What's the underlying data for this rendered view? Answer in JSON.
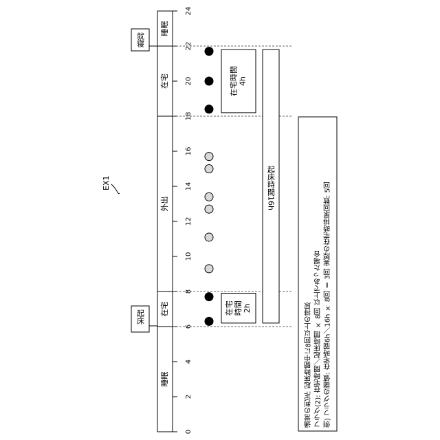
{
  "figure_label": "EX1",
  "axis": {
    "ticks": [
      "0",
      "2",
      "4",
      "6",
      "8",
      "10",
      "12",
      "14",
      "16",
      "18",
      "20",
      "22",
      "24"
    ]
  },
  "segments": [
    {
      "label": "睡眠",
      "from": 0,
      "to": 6
    },
    {
      "label": "在宅",
      "from": 6,
      "to": 8
    },
    {
      "label": "外出",
      "from": 8,
      "to": 18
    },
    {
      "label": "在宅",
      "from": 18,
      "to": 22
    },
    {
      "label": "睡眠",
      "from": 22,
      "to": 24
    }
  ],
  "callouts": {
    "wake": "起床",
    "bed": "就寝"
  },
  "home_boxes": [
    {
      "lines": [
        "在宅",
        "時間",
        "2h"
      ],
      "from": 6.2,
      "to": 7.9
    },
    {
      "lines": [
        "在宅時間",
        "4h"
      ],
      "from": 18.2,
      "to": 21.8
    }
  ],
  "wake_time_box": {
    "label": "起床時間16h",
    "from": 6.2,
    "to": 21.8
  },
  "events": [
    {
      "time": 6.3,
      "type": "home"
    },
    {
      "time": 7.7,
      "type": "home"
    },
    {
      "time": 9.3,
      "type": "outing"
    },
    {
      "time": 11.1,
      "type": "outing"
    },
    {
      "time": 12.7,
      "type": "outing"
    },
    {
      "time": 13.4,
      "type": "outing"
    },
    {
      "time": 15.0,
      "type": "outing"
    },
    {
      "time": 15.7,
      "type": "outing"
    },
    {
      "time": 18.4,
      "type": "home"
    },
    {
      "time": 20.0,
      "type": "home"
    },
    {
      "time": 21.7,
      "type": "home"
    }
  ],
  "note_lines": [
    "通常の判定: 起床時間中に8回以上の排尿",
    "フラグ(2): 在宅時間／起床時間 × 8回 以上であった場合",
    "例) フラグの閾値: 在宅時間6h／16h × 8回 ＝ 3回  実際の在宅時排尿回数: 5回"
  ],
  "colors": {
    "home_dot": "#000000",
    "outing_dot": "#d9d9d9",
    "line": "#000000",
    "dashed": "#333333"
  }
}
